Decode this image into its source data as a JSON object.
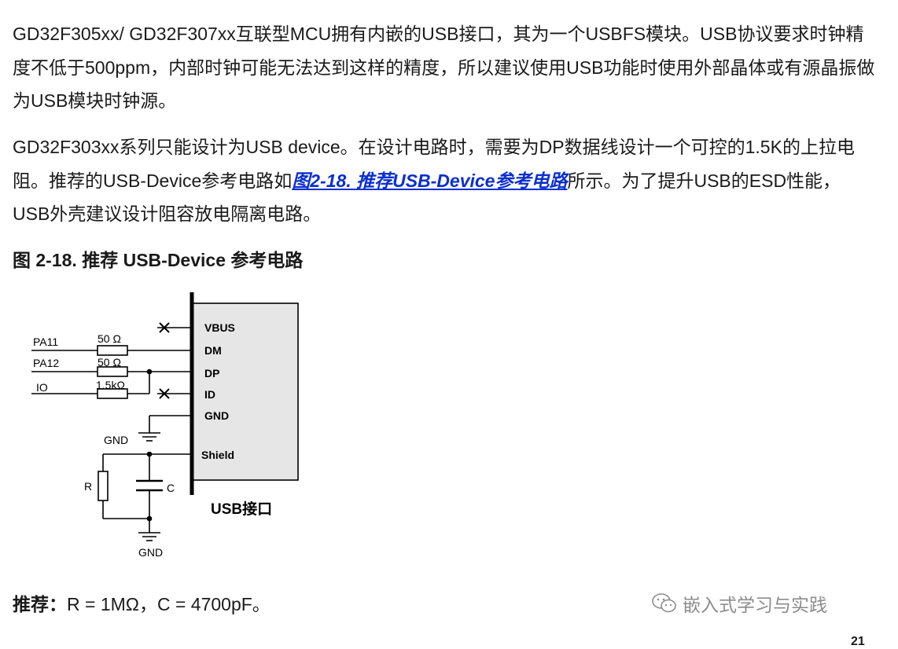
{
  "paragraph1": "GD32F305xx/ GD32F307xx互联型MCU拥有内嵌的USB接口，其为一个USBFS模块。USB协议要求时钟精度不低于500ppm，内部时钟可能无法达到这样的精度，所以建议使用USB功能时使用外部晶体或有源晶振做为USB模块时钟源。",
  "paragraph2": {
    "before": "GD32F303xx系列只能设计为USB device。在设计电路时，需要为DP数据线设计一个可控的1.5K的上拉电阻。推荐的USB-Device参考电路如",
    "link": "图2-18. 推荐USB-Device参考电路",
    "after": "所示。为了提升USB的ESD性能，USB外壳建议设计阻容放电隔离电路。"
  },
  "figure_title": "图 2-18.  推荐 USB-Device 参考电路",
  "circuit": {
    "pins": [
      "VBUS",
      "DM",
      "DP",
      "ID",
      "GND",
      "Shield"
    ],
    "nets": [
      "PA11",
      "PA12",
      "IO"
    ],
    "resistors": [
      "50 Ω",
      "50 Ω",
      "1.5kΩ"
    ],
    "gnd_label": "GND",
    "r_label": "R",
    "c_label": "C",
    "connector_label": "USB接口"
  },
  "recommendation": {
    "label": "推荐：",
    "text": "R = 1MΩ，C = 4700pF。"
  },
  "watermark": "嵌入式学习与实践",
  "page_number": "21"
}
